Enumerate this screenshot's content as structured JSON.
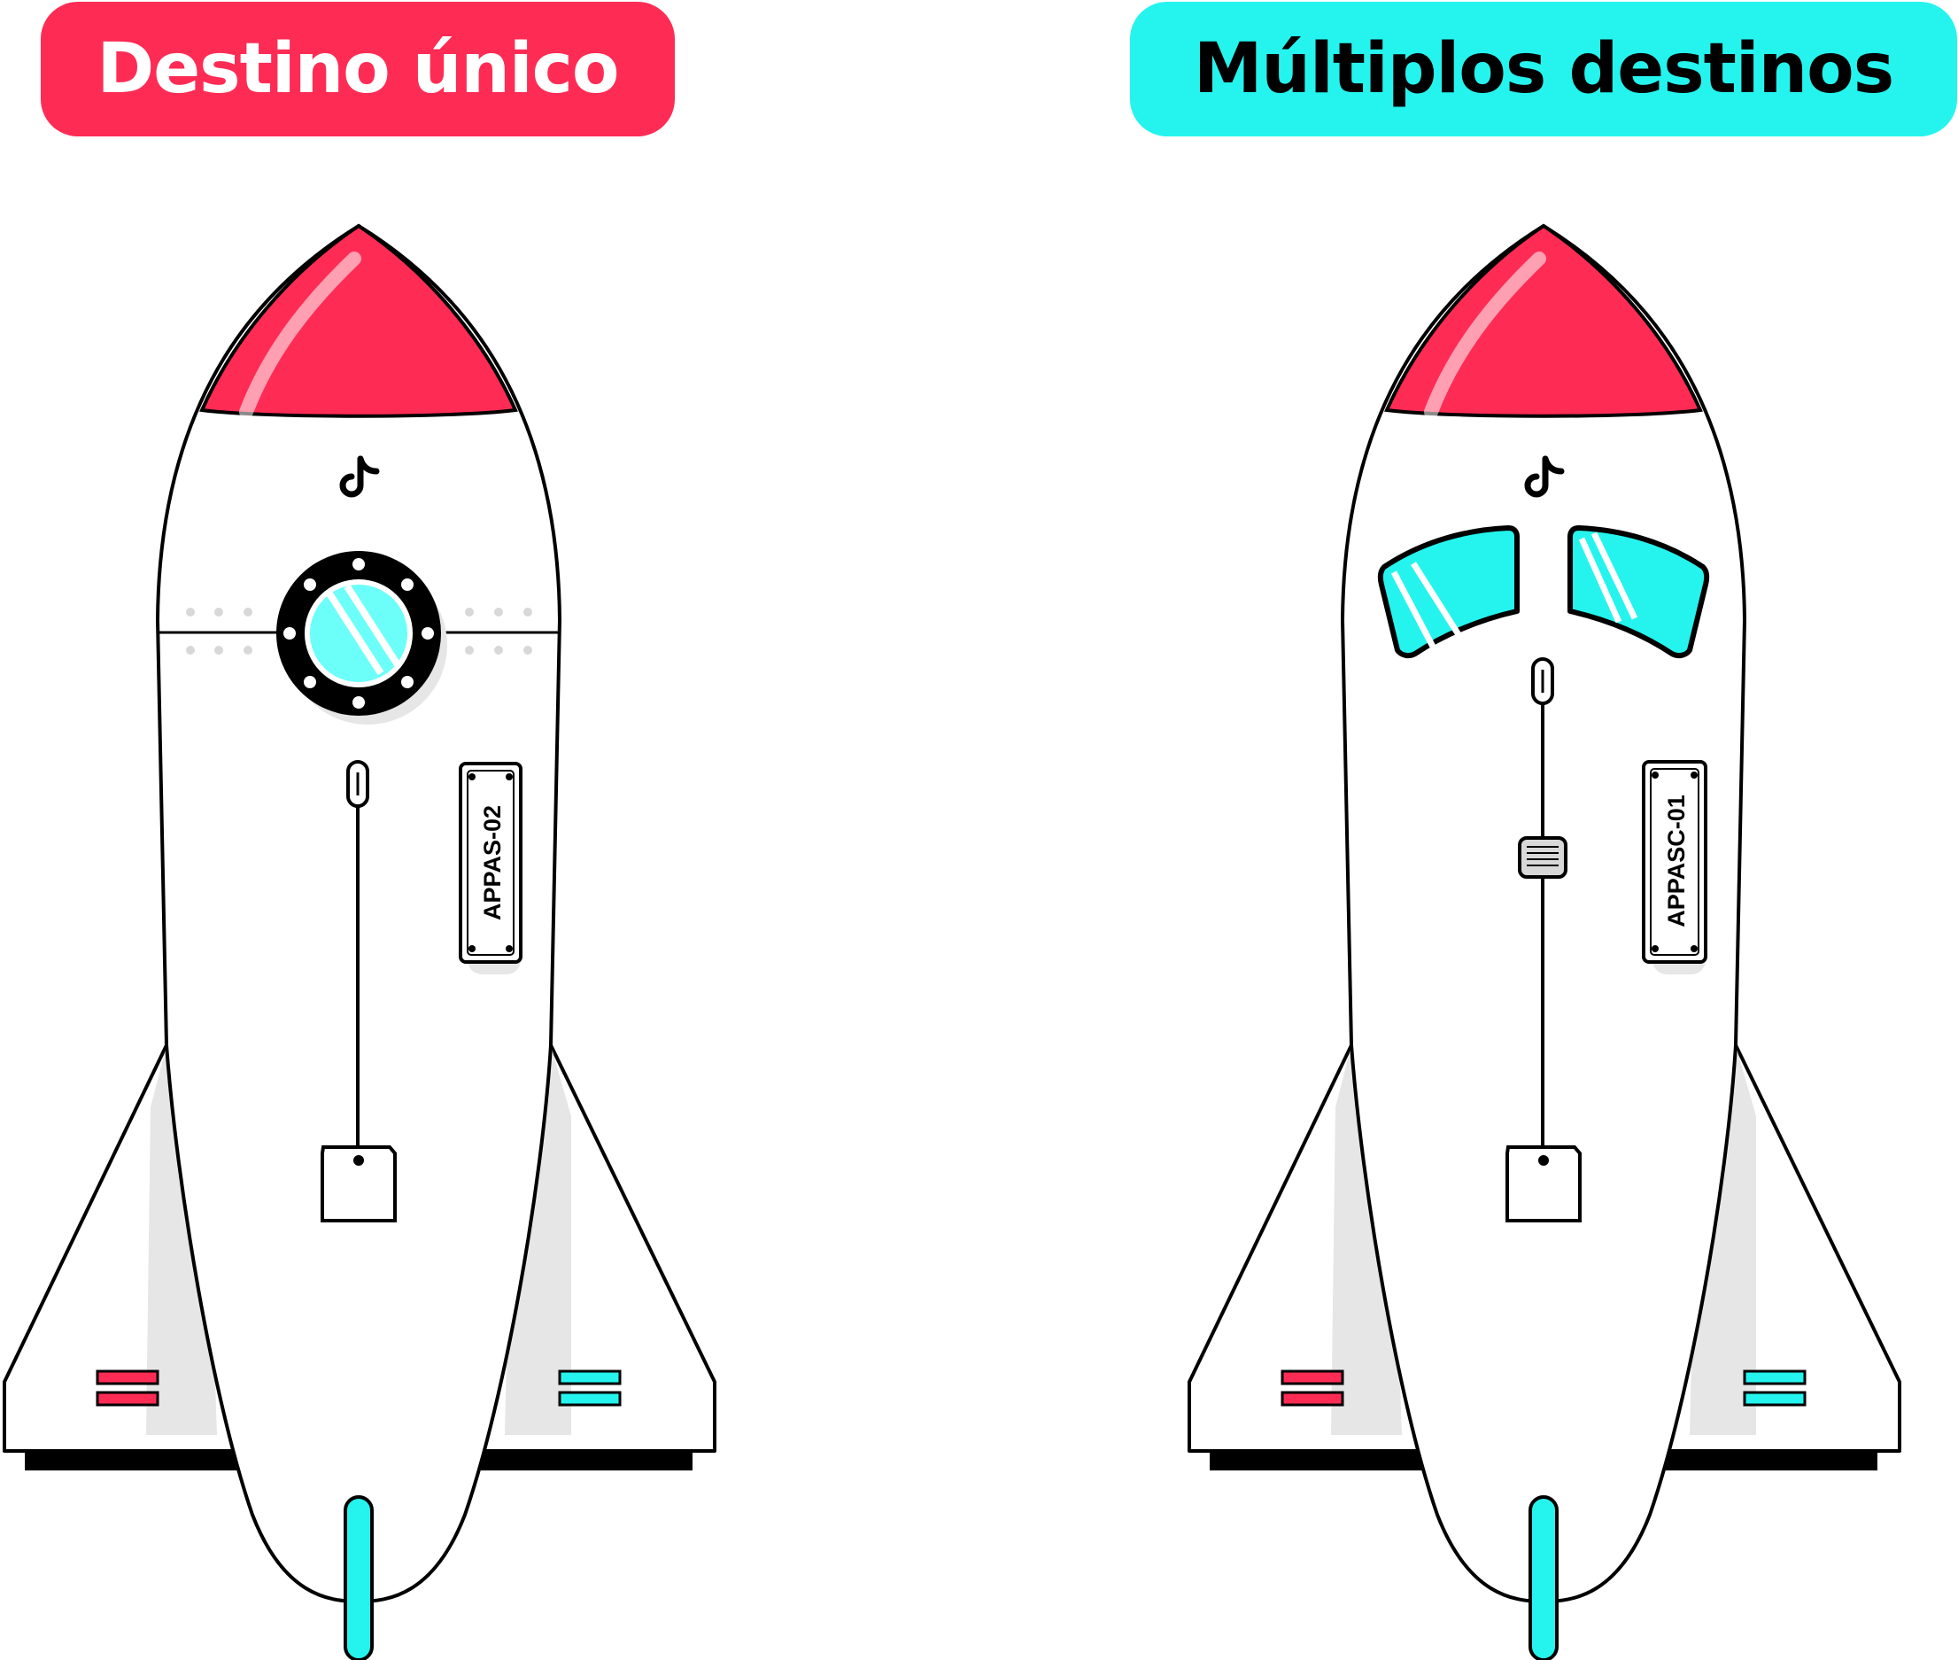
{
  "left_option": {
    "title": "Destino único",
    "badge_color": "#FE2C55",
    "title_color": "#FFFFFF",
    "plate_code": "APPAS-02",
    "window_style": "porthole"
  },
  "right_option": {
    "title": "Múltiplos destinos",
    "badge_color": "#25F4EE",
    "title_color": "#000000",
    "plate_code": "APPASC-01",
    "window_style": "twin-windshield"
  },
  "logo_icon": "tiktok-note-icon",
  "colors": {
    "red": "#FE2C55",
    "cyan": "#25F4EE",
    "glass": "#6CFFFA",
    "outline": "#000000",
    "shadow": "#E6E6E6"
  }
}
